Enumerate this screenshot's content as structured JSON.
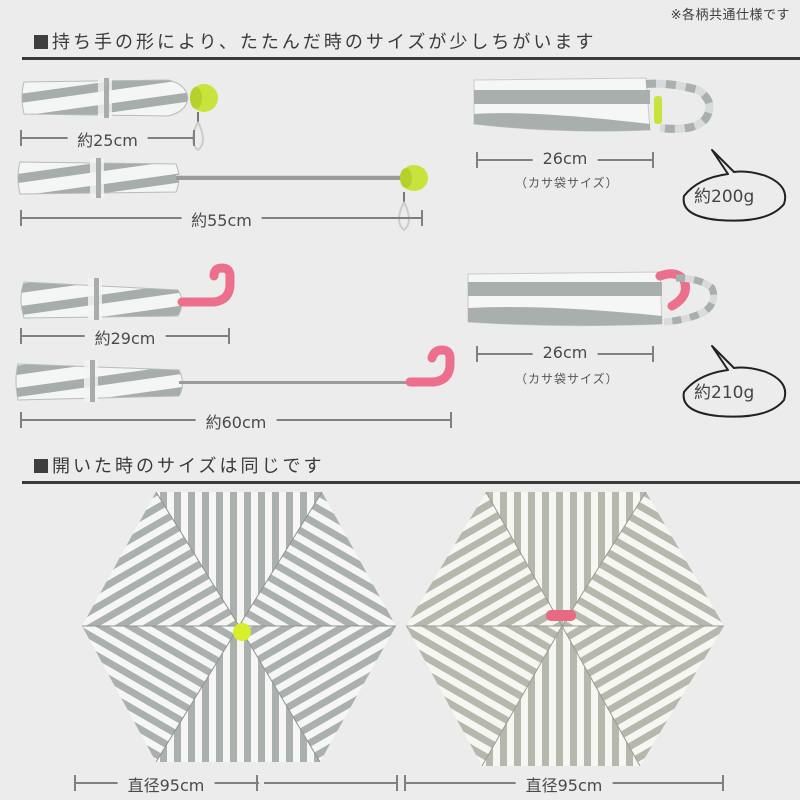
{
  "header": {
    "note": "※各柄共通仕様です",
    "section1_title": "持ち手の形により、たたんだ時のサイズがすこしちがいます",
    "section2_title": "開いた時のサイズは同じです"
  },
  "section1": {
    "title": "持ち手の形により、たたんだ時のサイズが少しちがいます",
    "ball_handle": {
      "handle_color": "#c6e33a",
      "folded_length": "約25cm",
      "extended_length": "約55cm",
      "bag_length": "26cm",
      "bag_note": "（カサ袋サイズ）",
      "weight": "約200g"
    },
    "hook_handle": {
      "handle_color": "#ec6f8c",
      "folded_length": "約29cm",
      "extended_length": "約60cm",
      "bag_length": "26cm",
      "bag_note": "（カサ袋サイズ）",
      "weight": "約210g"
    }
  },
  "section2": {
    "title": "開いた時のサイズは同じです",
    "umbrellas": [
      {
        "diameter": "直径95cm",
        "stripe_color": "#a9b0ae",
        "center_color": "#d6ef2a"
      },
      {
        "diameter": "直径95cm",
        "stripe_color": "#b5b8ac",
        "center_color": "#e86a82"
      }
    ]
  },
  "colors": {
    "background": "#ececec",
    "text": "#3a3a3a",
    "dimension_line": "#808080",
    "stripe_white": "#f6f6f4"
  }
}
